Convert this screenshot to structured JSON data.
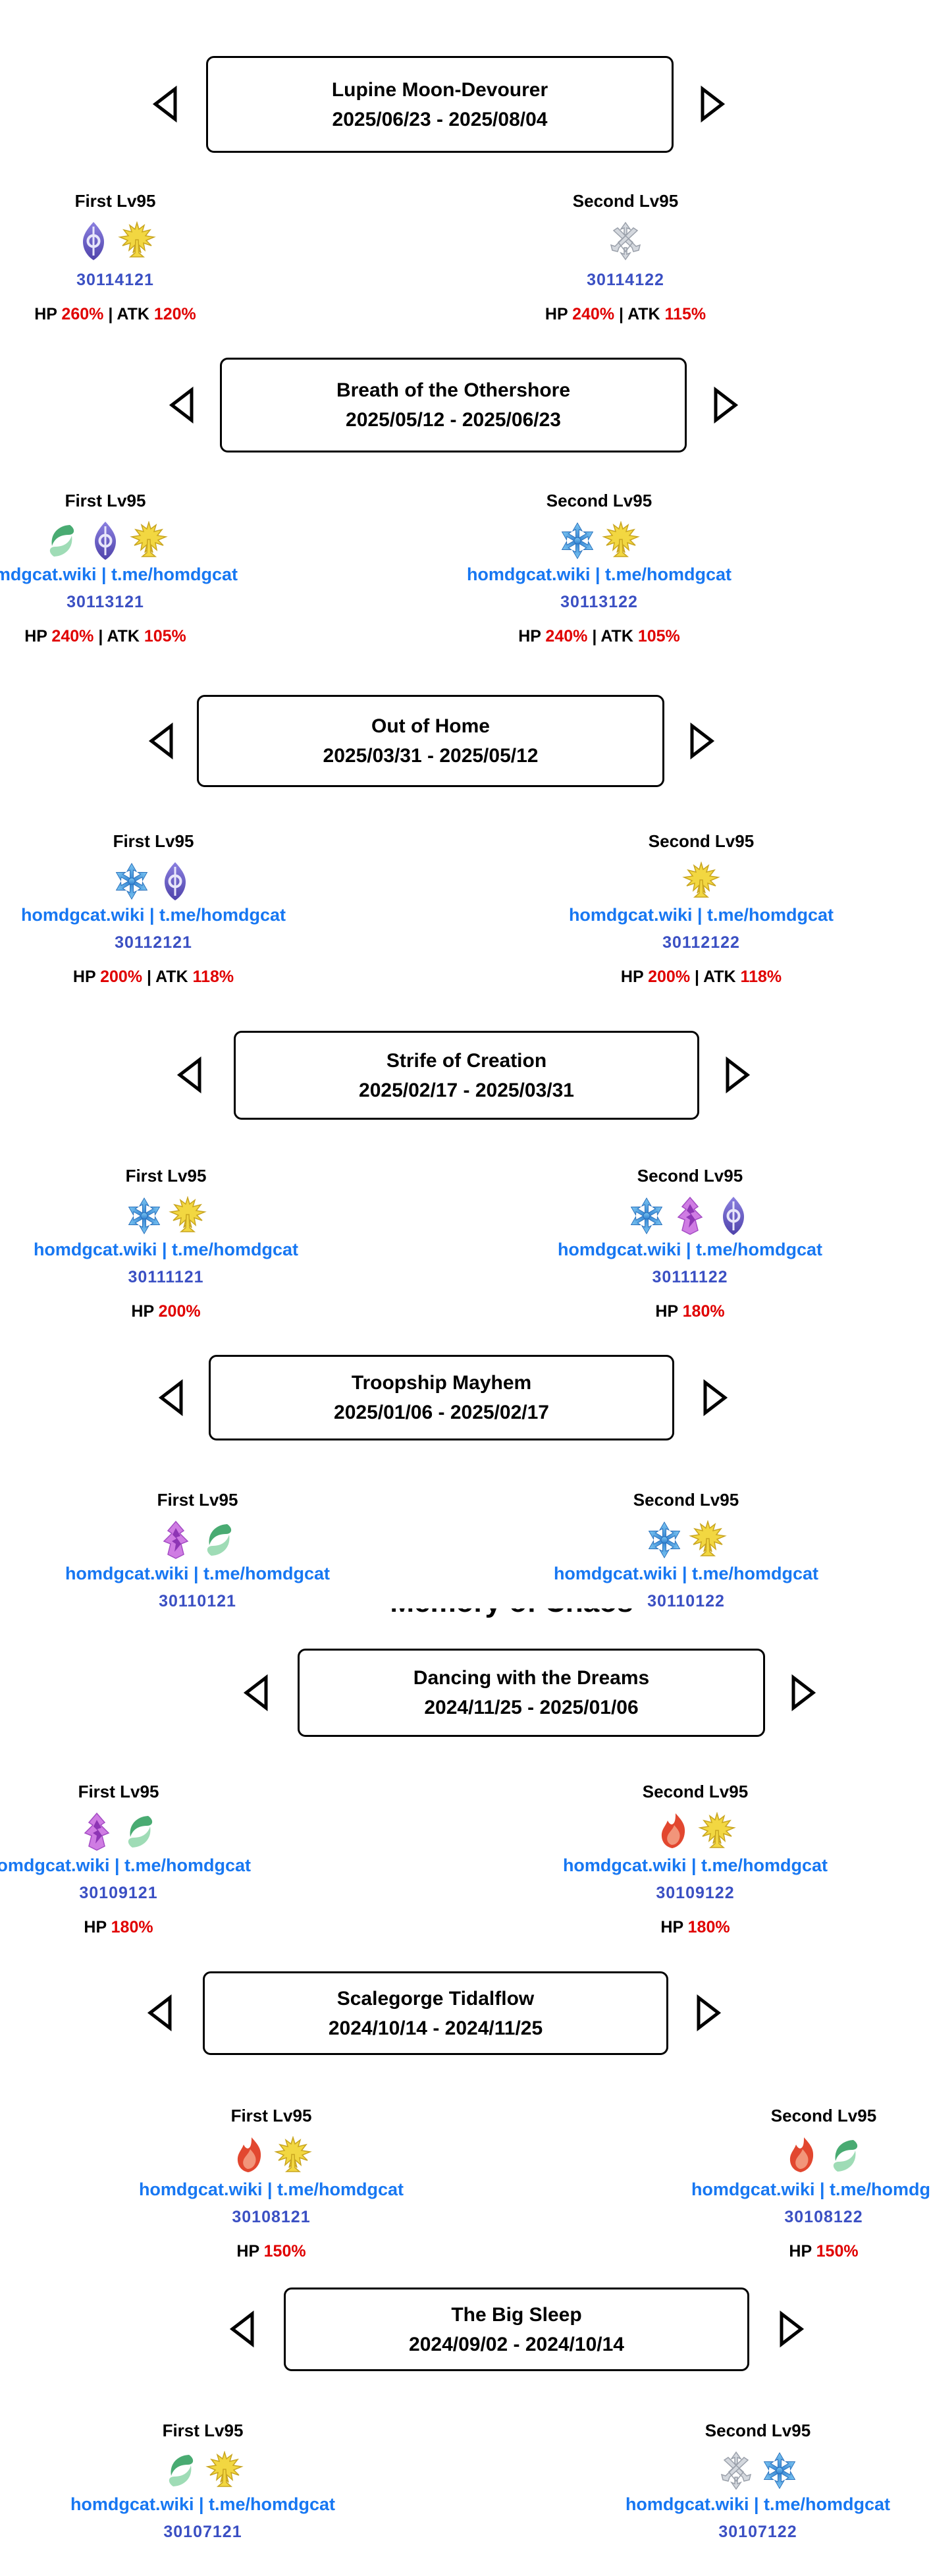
{
  "page": {
    "clipped_heading": "Memory of Chaos"
  },
  "sections": [
    {
      "name": "Lupine Moon-Devourer",
      "dates": "2025/06/23 - 2025/08/04",
      "columns": [
        {
          "label": "First Lv95",
          "icons": [
            "quantum",
            "imaginary"
          ],
          "id": "30114121",
          "stats": {
            "hp_label": "HP",
            "hp": "260%",
            "sep": "|",
            "atk_label": "ATK",
            "atk": "120%"
          }
        },
        {
          "label": "Second Lv95",
          "icons": [
            "physical"
          ],
          "id": "30114122",
          "stats": {
            "hp_label": "HP",
            "hp": "240%",
            "sep": "|",
            "atk_label": "ATK",
            "atk": "115%"
          }
        }
      ]
    },
    {
      "name": "Breath of the Othershore",
      "dates": "2025/05/12 - 2025/06/23",
      "columns": [
        {
          "label": "First Lv95",
          "icons": [
            "wind",
            "quantum",
            "imaginary"
          ],
          "link": "homdgcat.wiki | t.me/homdgcat",
          "id": "30113121",
          "stats": {
            "hp_label": "HP",
            "hp": "240%",
            "sep": "|",
            "atk_label": "ATK",
            "atk": "105%"
          }
        },
        {
          "label": "Second Lv95",
          "icons": [
            "ice",
            "imaginary"
          ],
          "link": "homdgcat.wiki | t.me/homdgcat",
          "id": "30113122",
          "stats": {
            "hp_label": "HP",
            "hp": "240%",
            "sep": "|",
            "atk_label": "ATK",
            "atk": "105%"
          }
        }
      ]
    },
    {
      "name": "Out of Home",
      "dates": "2025/03/31 - 2025/05/12",
      "columns": [
        {
          "label": "First Lv95",
          "icons": [
            "ice",
            "quantum"
          ],
          "link": "homdgcat.wiki | t.me/homdgcat",
          "id": "30112121",
          "stats": {
            "hp_label": "HP",
            "hp": "200%",
            "sep": "|",
            "atk_label": "ATK",
            "atk": "118%"
          }
        },
        {
          "label": "Second Lv95",
          "icons": [
            "imaginary"
          ],
          "link": "homdgcat.wiki | t.me/homdgcat",
          "id": "30112122",
          "stats": {
            "hp_label": "HP",
            "hp": "200%",
            "sep": "|",
            "atk_label": "ATK",
            "atk": "118%"
          }
        }
      ]
    },
    {
      "name": "Strife of Creation",
      "dates": "2025/02/17 - 2025/03/31",
      "columns": [
        {
          "label": "First Lv95",
          "icons": [
            "ice",
            "imaginary"
          ],
          "link": "homdgcat.wiki | t.me/homdgcat",
          "id": "30111121",
          "stats": {
            "hp_label": "HP",
            "hp": "200%"
          }
        },
        {
          "label": "Second Lv95",
          "icons": [
            "ice",
            "lightning",
            "quantum"
          ],
          "link": "homdgcat.wiki | t.me/homdgcat",
          "id": "30111122",
          "stats": {
            "hp_label": "HP",
            "hp": "180%"
          }
        }
      ]
    },
    {
      "name": "Troopship Mayhem",
      "dates": "2025/01/06 - 2025/02/17",
      "columns": [
        {
          "label": "First Lv95",
          "icons": [
            "lightning",
            "wind"
          ],
          "link": "homdgcat.wiki | t.me/homdgcat",
          "id": "30110121"
        },
        {
          "label": "Second Lv95",
          "icons": [
            "ice",
            "imaginary"
          ],
          "link": "homdgcat.wiki | t.me/homdgcat",
          "id": "30110122"
        }
      ]
    },
    {
      "name": "Dancing with the Dreams",
      "dates": "2024/11/25 - 2025/01/06",
      "columns": [
        {
          "label": "First Lv95",
          "icons": [
            "lightning",
            "wind"
          ],
          "link": "homdgcat.wiki | t.me/homdgcat",
          "id": "30109121",
          "stats": {
            "hp_label": "HP",
            "hp": "180%"
          }
        },
        {
          "label": "Second Lv95",
          "icons": [
            "fire",
            "imaginary"
          ],
          "link": "homdgcat.wiki | t.me/homdgcat",
          "id": "30109122",
          "stats": {
            "hp_label": "HP",
            "hp": "180%"
          }
        }
      ]
    },
    {
      "name": "Scalegorge Tidalflow",
      "dates": "2024/10/14 - 2024/11/25",
      "columns": [
        {
          "label": "First Lv95",
          "icons": [
            "fire",
            "imaginary"
          ],
          "link": "homdgcat.wiki | t.me/homdgcat",
          "id": "30108121",
          "stats": {
            "hp_label": "HP",
            "hp": "150%"
          }
        },
        {
          "label": "Second Lv95",
          "icons": [
            "fire",
            "wind"
          ],
          "link": "homdgcat.wiki | t.me/homdgcat",
          "id": "30108122",
          "stats": {
            "hp_label": "HP",
            "hp": "150%"
          }
        }
      ]
    },
    {
      "name": "The Big Sleep",
      "dates": "2024/09/02 - 2024/10/14",
      "columns": [
        {
          "label": "First Lv95",
          "icons": [
            "wind",
            "imaginary"
          ],
          "link": "homdgcat.wiki | t.me/homdgcat",
          "id": "30107121"
        },
        {
          "label": "Second Lv95",
          "icons": [
            "physical",
            "ice"
          ],
          "link": "homdgcat.wiki | t.me/homdgcat",
          "id": "30107122"
        }
      ]
    }
  ]
}
